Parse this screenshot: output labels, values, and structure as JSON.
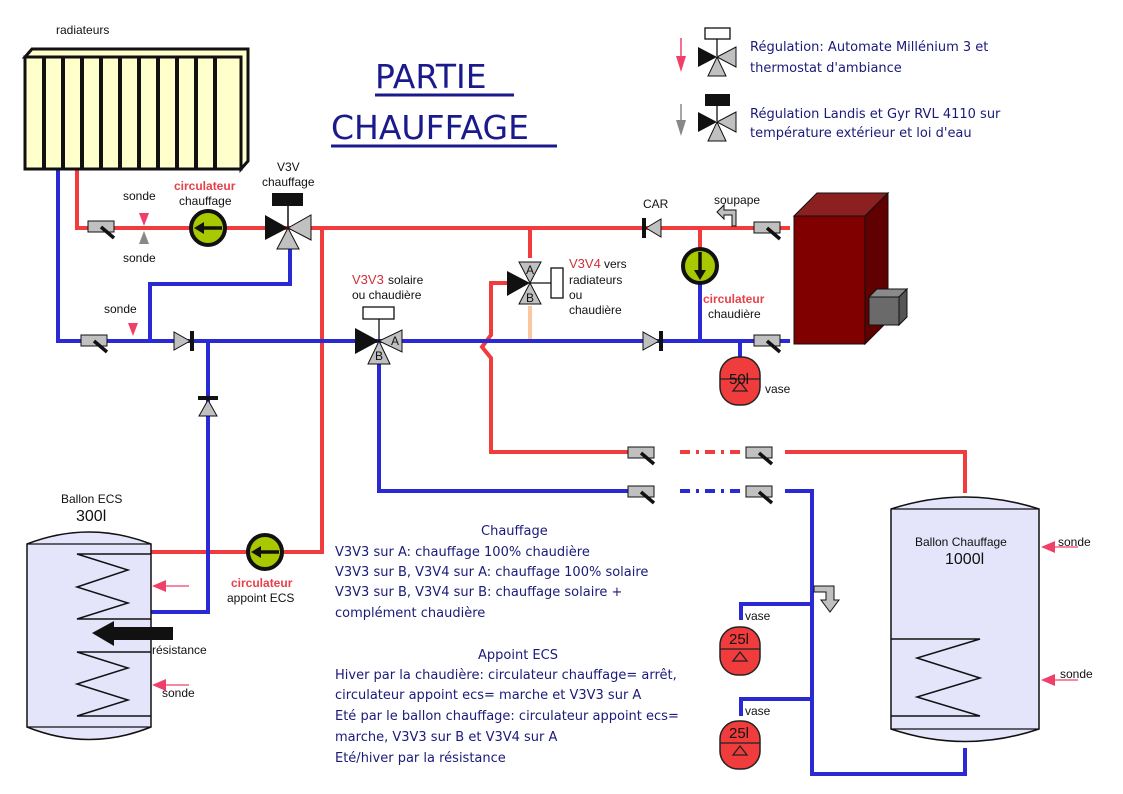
{
  "title": {
    "line1": "PARTIE",
    "line2": "CHAUFFAGE"
  },
  "legend": {
    "item1": {
      "line1": "Régulation: Automate Millénium 3 et",
      "line2": "thermostat d'ambiance",
      "arrow_color": "#f0406a",
      "actuator": "outline"
    },
    "item2": {
      "line1": "Régulation Landis et Gyr RVL 4110 sur",
      "line2": "température extérieur et loi d'eau",
      "arrow_color": "#888888",
      "actuator": "filled"
    }
  },
  "labels": {
    "radiateurs": "radiateurs",
    "sonde": "sonde",
    "circulateur": "circulateur",
    "chauffage": "chauffage",
    "v3v": "V3V",
    "v3v_chauffage": "chauffage",
    "v3v3": "V3V3",
    "v3v3_rest1": " solaire",
    "v3v3_rest2": "ou chaudière",
    "v3v4": "V3V4",
    "v3v4_rest1": " vers",
    "v3v4_rest2": "radiateurs",
    "v3v4_rest3": "ou",
    "v3v4_rest4": "chaudière",
    "car": "CAR",
    "soupape": "soupape",
    "circ_chaudiere": "chaudière",
    "vase": "vase",
    "vase_50": "50l",
    "vase_25": "25l",
    "ballon_ecs": "Ballon ECS",
    "ballon_ecs_vol": "300l",
    "appoint_ecs": "appoint ECS",
    "resistance": "résistance",
    "ballon_chauffage": "Ballon Chauffage",
    "ballon_chauffage_vol": "1000l",
    "port_a": "A",
    "port_b": "B"
  },
  "notes": {
    "chauffage_title": "Chauffage",
    "chauffage_lines": [
      "V3V3 sur A: chauffage 100% chaudière",
      "V3V3 sur B, V3V4 sur A: chauffage 100% solaire",
      "V3V3 sur B, V3V4 sur B: chauffage solaire +",
      "complément chaudière"
    ],
    "ecs_title": "Appoint ECS",
    "ecs_lines": [
      "Hiver par la chaudière: circulateur chauffage= arrêt,",
      "circulateur appoint ecs= marche et V3V3 sur A",
      "Eté par le ballon chauffage: circulateur appoint ecs=",
      "marche, V3V3 sur B et V3V4 sur A",
      "Eté/hiver par la résistance"
    ]
  },
  "colors": {
    "hot_pipe": "#f03c3c",
    "cold_pipe": "#2a2ad4",
    "pump": "#a8c800",
    "boiler": "#800000",
    "tank": "#e4e4fa",
    "vase": "#f03c3c",
    "radiator": "#ffffcc"
  }
}
